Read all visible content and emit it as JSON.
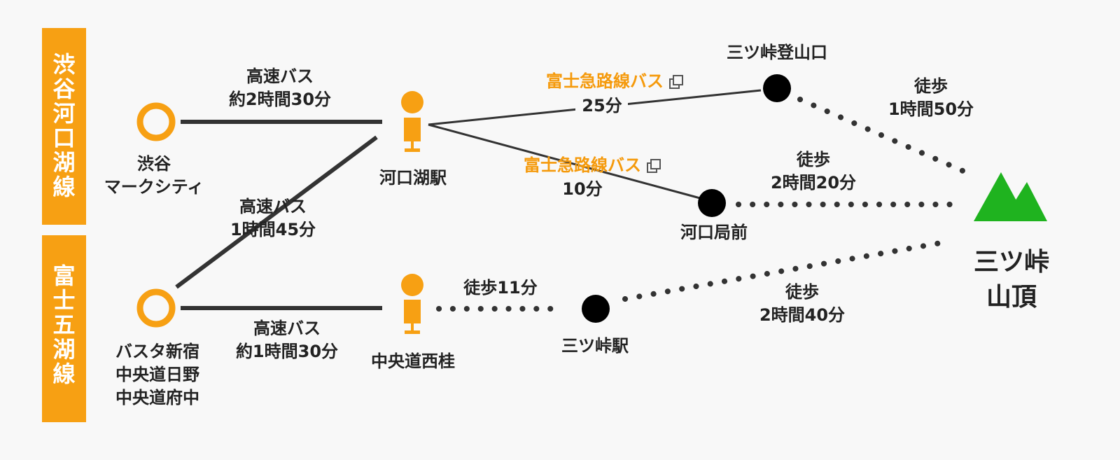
{
  "diagram": {
    "lines": {
      "shibuya_kawaguchiko": "渋谷河口湖線",
      "fuji_goko": "富士五湖線"
    },
    "stops": {
      "shibuya": [
        "渋谷",
        "マークシティ"
      ],
      "shinjuku": [
        "バスタ新宿",
        "中央道日野",
        "中央道府中"
      ],
      "kawaguchiko_station": "河口湖駅",
      "chuodo_nishikatsura": "中央道西桂",
      "mitsutoge_station": "三ツ峠駅",
      "mitsutoge_trailhead": "三ツ峠登山口",
      "kawaguchi_kyokumae": "河口局前",
      "summit": [
        "三ツ峠",
        "山頂"
      ]
    },
    "routes": {
      "shibuya_to_kawaguchiko": [
        "高速バス",
        "約2時間30分"
      ],
      "shinjuku_to_kawaguchiko": [
        "高速バス",
        "1時間45分"
      ],
      "shinjuku_to_nishikatsura": [
        "高速バス",
        "約1時間30分"
      ],
      "kawaguchiko_to_trailhead": {
        "service": "富士急路線バス",
        "time": "25分"
      },
      "kawaguchiko_to_kyokumae": {
        "service": "富士急路線バス",
        "time": "10分"
      },
      "nishikatsura_to_mitsutoge": "徒歩11分",
      "trailhead_to_summit": [
        "徒歩",
        "1時間50分"
      ],
      "kyokumae_to_summit": [
        "徒歩",
        "2時間20分"
      ],
      "mitsutoge_to_summit": [
        "徒歩",
        "2時間40分"
      ]
    },
    "icons": {
      "terminal": "orange-ring-icon",
      "station": "station-pin-icon",
      "bus_stop": "black-dot-icon",
      "mountain": "mountain-icon",
      "external_link": "external-link-icon"
    },
    "colors": {
      "orange": "#f7a013",
      "orange_text": "#f59a0c",
      "line": "#333333",
      "dots": "#333333",
      "mountain": "#1fb31f",
      "background": "#f8f8f8"
    }
  }
}
